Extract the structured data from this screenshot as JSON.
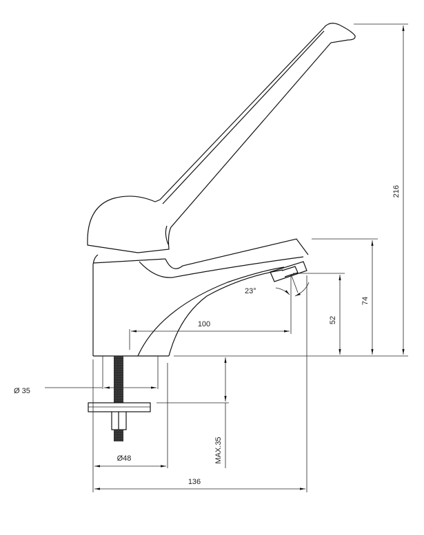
{
  "drawing": {
    "dimensions": {
      "total_height": "216",
      "spout_height": "74",
      "outlet_height": "52",
      "spout_reach": "100",
      "total_depth": "136",
      "base_diameter": "Ø48",
      "connector_diameter": "Ø 35",
      "max_deck_thickness": "MAX.35",
      "outlet_angle": "23°"
    },
    "colors": {
      "line": "#111111",
      "thread": "#333333"
    }
  }
}
